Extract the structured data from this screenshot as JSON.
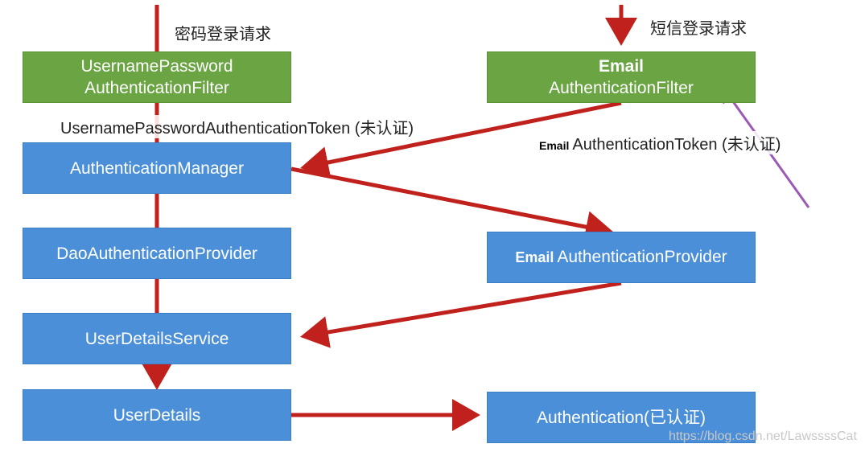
{
  "left_flow": {
    "request_label": "密码登录请求",
    "filter_line1": "UsernamePassword",
    "filter_line2": "AuthenticationFilter",
    "token_label": "UsernamePasswordAuthenticationToken (未认证)",
    "manager": "AuthenticationManager",
    "dao_provider": "DaoAuthenticationProvider",
    "user_details_service": "UserDetailsService",
    "user_details": "UserDetails"
  },
  "right_flow": {
    "request_label": "短信登录请求",
    "filter_prefix": "Email",
    "filter_name": "AuthenticationFilter",
    "token_prefix": "Email",
    "token_label": "AuthenticationToken (未认证)",
    "provider_prefix": "Email",
    "provider_name": "AuthenticationProvider",
    "result": "Authentication(已认证)"
  },
  "watermark": "https://blog.csdn.net/LawssssCat",
  "colors": {
    "filter_green": "#6aa443",
    "box_blue": "#4a8fd8",
    "flow_red": "#c0211c",
    "annotation_purple": "#9b59b6"
  }
}
